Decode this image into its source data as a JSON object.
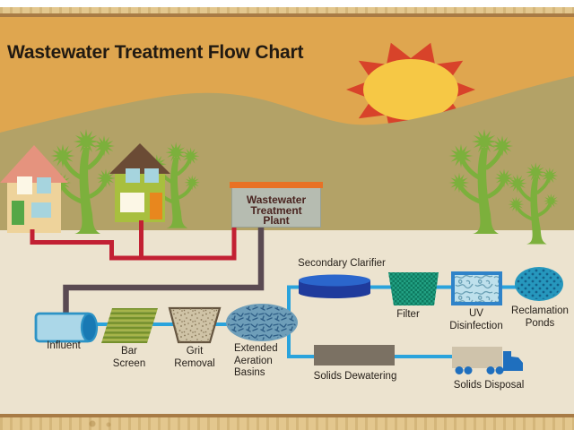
{
  "title": "Wastewater Treatment Flow Chart",
  "plant": {
    "label": "Wastewater\nTreatment\nPlant"
  },
  "nodes": {
    "influent": "Influent",
    "bar_screen": "Bar\nScreen",
    "grit_removal": "Grit\nRemoval",
    "aeration": "Extended\nAeration\nBasins",
    "clarifier": "Secondary Clarifier",
    "filter": "Filter",
    "uv": "UV\nDisinfection",
    "ponds": "Reclamation\nPonds",
    "dewatering": "Solids Dewatering",
    "disposal": "Solids Disposal"
  },
  "colors": {
    "sky": "#dfa64f",
    "hill": "#b3a267",
    "ground": "#ece3cf",
    "border_band": "#e3c78e",
    "border_line": "#a87b45",
    "sun_disc": "#f6c845",
    "sun_rays": "#d8432a",
    "tree_green": "#7cb03c",
    "sewer_pipe_red": "#c22033",
    "plant_pipe_purple": "#5a4a52",
    "water_pipe_blue": "#2aa3dc",
    "house1_body": "#eed39b",
    "house1_roof": "#e5937e",
    "house2_body": "#a8bf3e",
    "house2_roof": "#6b4b35",
    "window_blue": "#a6d4de",
    "window_white": "#fcf7e6",
    "door_green": "#55a747",
    "door_orange": "#e8871e",
    "plant_box_gray": "#b6bcb1",
    "plant_box_orange": "#e87125",
    "plant_text": "#4a2521",
    "influent_body": "#abd7e8",
    "influent_edge": "#2d93c5",
    "influent_cap": "#1879b4",
    "bar_screen_light": "#a6b44a",
    "bar_screen_dark": "#74902c",
    "grit_fill": "#cfc3a6",
    "grit_outline": "#64543f",
    "aeration_fill": "#6e9eb9",
    "aeration_texture": "#2d5d85",
    "clarifier_body": "#1f3b9c",
    "clarifier_top": "#2b66cc",
    "filter_fill": "#22a183",
    "filter_dark": "#0e7a60",
    "uv_fill": "#bee0ec",
    "uv_border": "#2f83c9",
    "uv_swirl": "#6aa0b5",
    "ponds_fill": "#2697bd",
    "ponds_dot": "#14618b",
    "dewatering_fill": "#7b7163",
    "truck_trailer": "#cfc3ab",
    "truck_cab": "#1f6fbe",
    "label_text": "#27211b",
    "title_text": "#211a12"
  }
}
